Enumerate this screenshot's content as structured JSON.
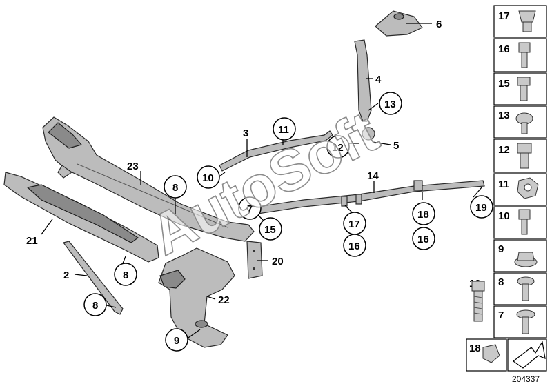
{
  "watermark": "AutoSoft",
  "reference_number": "204337",
  "callouts": {
    "p2": "2",
    "p3": "3",
    "p4": "4",
    "p5": "5",
    "p6": "6",
    "p7": "7",
    "p8a": "8",
    "p8b": "8",
    "p8c": "8",
    "p9": "9",
    "p10": "10",
    "p11": "11",
    "p12": "12",
    "p13": "13",
    "p14": "14",
    "p15": "15",
    "p16a": "16",
    "p16b": "16",
    "p17": "17",
    "p18": "18",
    "p19": "19",
    "p20": "20",
    "p21": "21",
    "p22": "22",
    "p23": "23"
  },
  "hardware_column": [
    "17",
    "16",
    "15",
    "13",
    "12",
    "11",
    "10",
    "9",
    "8",
    "7"
  ],
  "hardware_bottom": {
    "bolt": "19",
    "clip": "18"
  }
}
